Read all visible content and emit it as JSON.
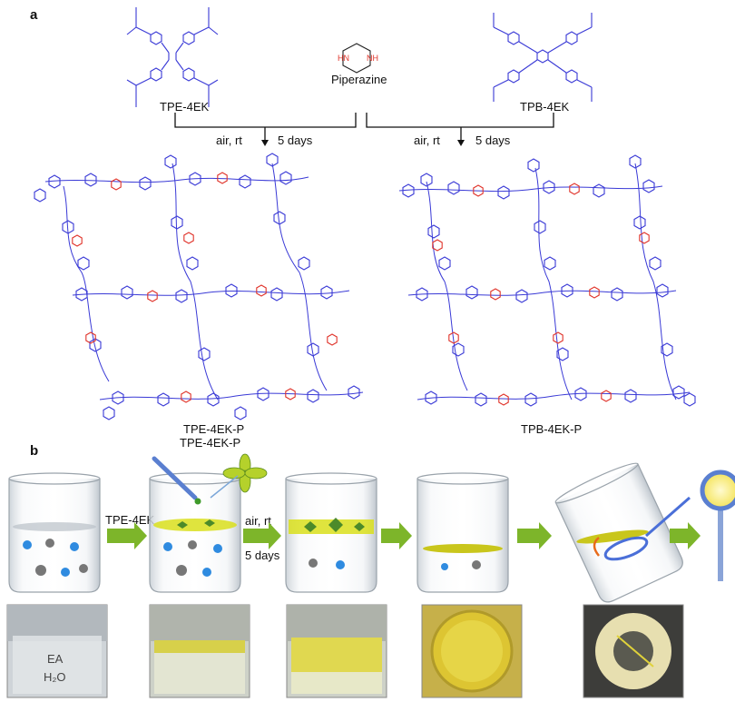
{
  "panel_a": {
    "label": "a",
    "monomer_left": "TPE-4EK",
    "linker": "Piperazine",
    "linker_nh": "NH",
    "monomer_right": "TPB-4EK",
    "cond_left": "air, rt",
    "cond_left_time": "5 days",
    "cond_right": "air, rt",
    "cond_right_time": "5 days",
    "product_left": "TPE-4EK-P",
    "product_right": "TPB-4EK-P"
  },
  "panel_b": {
    "label": "b",
    "step1": "TPE-4EK",
    "step2_top": "air, rt",
    "step2_bottom": "5 days",
    "film_label": "TPE-4EK-P",
    "photo_ea": "EA",
    "photo_h2o": "H₂O"
  },
  "colors": {
    "network_blue": "#3a3ad6",
    "linker_red": "#e0332a",
    "arrow_green": "#7db52a",
    "film_yellow": "#d9df1c",
    "spoon_blue": "#4a6fd8"
  }
}
